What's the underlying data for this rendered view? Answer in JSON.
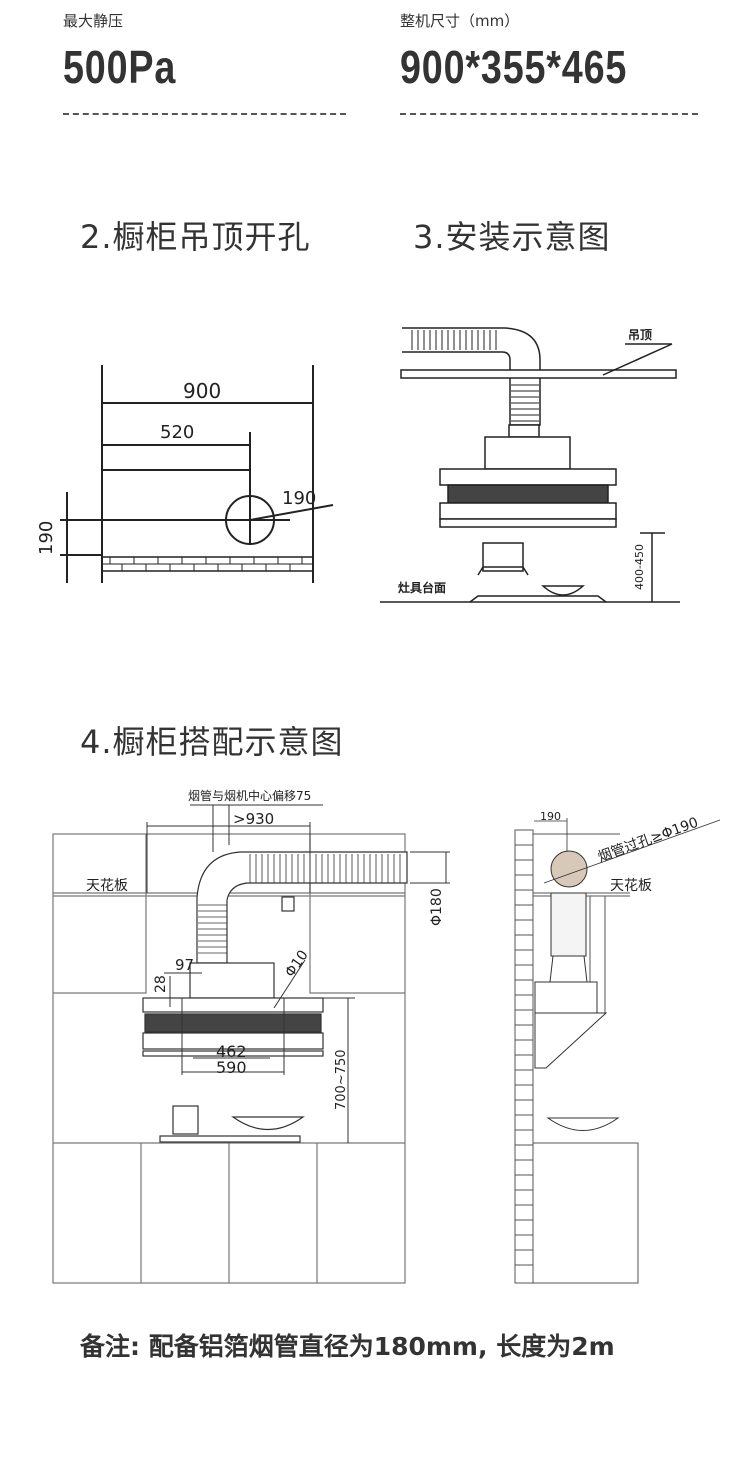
{
  "specs": [
    {
      "label": "最大静压",
      "value": "500Pa"
    },
    {
      "label": "整机尺寸（mm）",
      "value": "900*355*465"
    }
  ],
  "sections": {
    "cabinet_hole": {
      "title": "2.橱柜吊顶开孔",
      "dims": {
        "width": "900",
        "offset": "520",
        "hole": "190",
        "height": "190"
      }
    },
    "install": {
      "title": "3.安装示意图",
      "ceiling_label": "吊顶",
      "counter_label": "灶具台面",
      "height_range": "400-450"
    },
    "cabinet_match": {
      "title": "4.橱柜搭配示意图",
      "offset_note": "烟管与烟机中心偏移75",
      "min_width": ">930",
      "ceiling_label": "天花板",
      "pipe_diameter": "Φ180",
      "dim_97": "97",
      "dim_28": "28",
      "dim_phi10": "Φ10",
      "dim_462": "462",
      "dim_590": "590",
      "height_range": "700~750",
      "side_190": "190",
      "side_hole": "烟管过孔≥Φ190",
      "side_ceiling": "天花板"
    }
  },
  "footer": "备注: 配备铝箔烟管直径为180mm, 长度为2m"
}
